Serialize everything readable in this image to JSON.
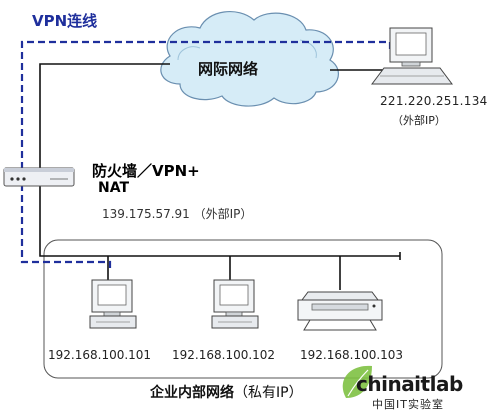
{
  "diagram": {
    "vpn_label": "VPN连线",
    "cloud_label": "网际网络",
    "remote_ip": "221.220.251.134",
    "remote_note": "（外部IP）",
    "firewall_label": "防火墙／VPN+",
    "firewall_label_2": "NAT",
    "firewall_ip": "139.175.57.91 （外部IP）",
    "lan_ips": [
      "192.168.100.101",
      "192.168.100.102",
      "192.168.100.103"
    ],
    "lan_title": "企业内部网络",
    "lan_title_sub": "（私有IP）"
  },
  "watermark": {
    "brand": "chinaitlab",
    "brand_cn": "中国IT实验室"
  },
  "colors": {
    "vpn_dash": "#1f2f9c",
    "cloud_fill": "#d6ecf7",
    "cloud_stroke": "#6a8fb0",
    "line": "#111111",
    "watermark_green": "#7ec143"
  },
  "icons": [
    "firewall-device-icon",
    "remote-computer-icon",
    "lan-computer-icon",
    "printer-icon",
    "cloud-icon",
    "leaf-logo-icon"
  ]
}
